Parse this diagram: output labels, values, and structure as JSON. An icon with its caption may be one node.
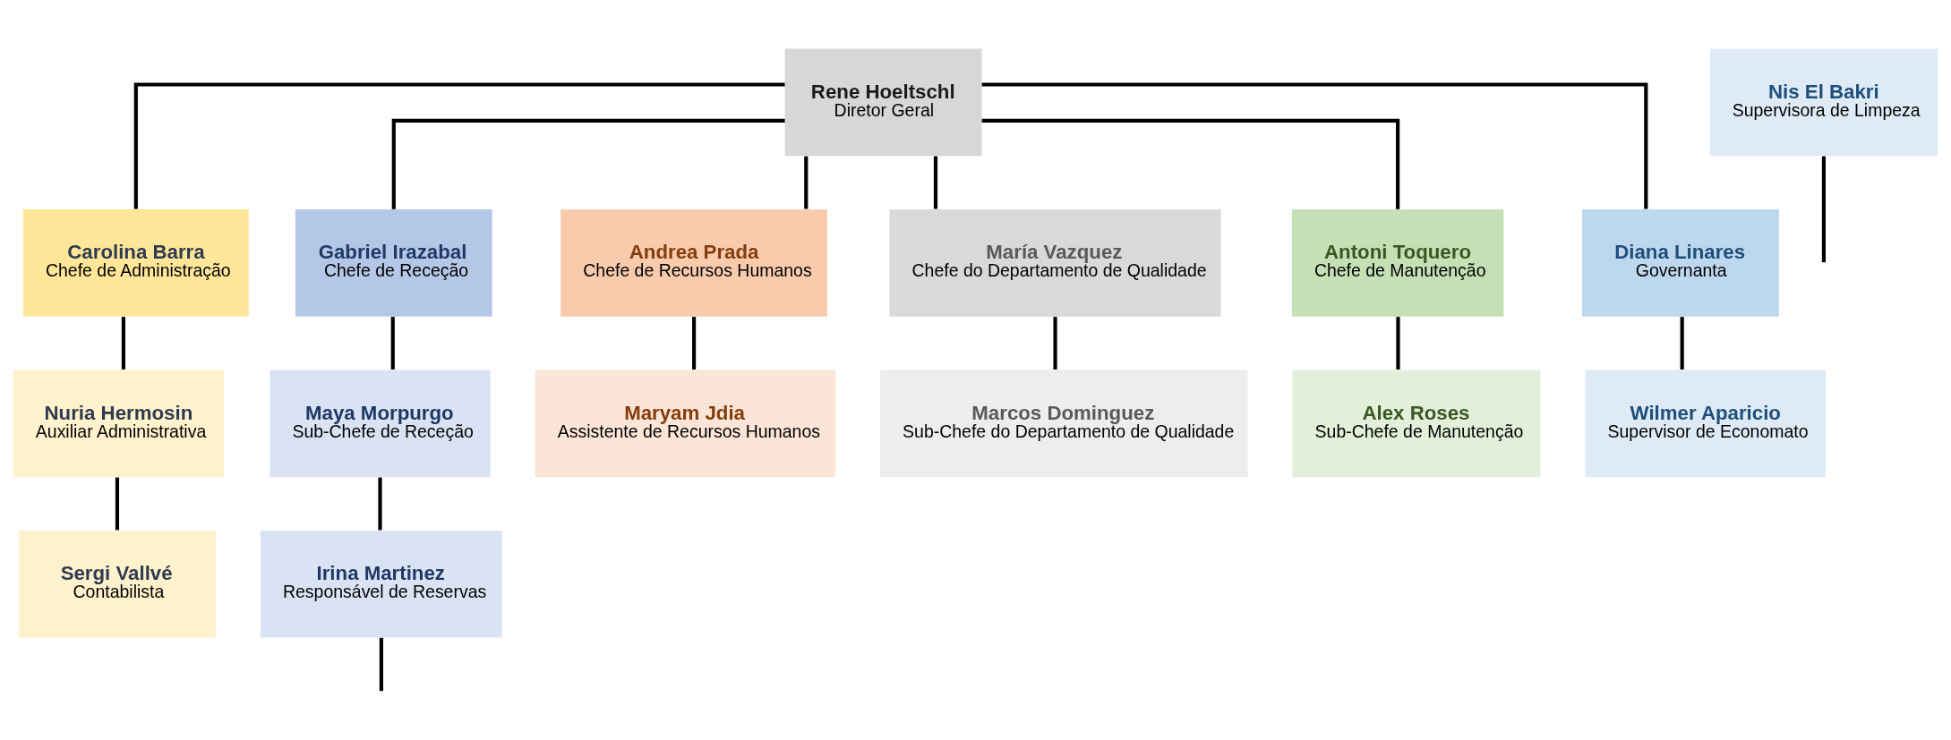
{
  "diagram": {
    "nodes": [
      {
        "text": [
          "Rene Hoeltschl",
          "Diretor Geral"
        ]
      },
      {
        "text": [
          "Carolina Barra",
          "Chefe de Administração"
        ]
      },
      {
        "text": [
          "Nuria Hermosin",
          "Auxiliar Administrativa"
        ]
      },
      {
        "text": [
          "Sergi Vallvé",
          "Contabilista"
        ]
      },
      {
        "text": [
          "Gabriel Irazabal",
          "Chefe de Receção"
        ]
      },
      {
        "text": [
          "Maya Morpurgo",
          "Sub-Chefe de Receção"
        ]
      },
      {
        "text": [
          "Irina Martinez",
          "Responsável de Reservas"
        ]
      },
      {
        "text": [
          "Andrea Prada",
          "Chefe de Recursos Humanos"
        ]
      },
      {
        "text": [
          "Maryam Jdia",
          "Assistente de Recursos Humanos"
        ]
      },
      {
        "text": [
          "María Vazquez",
          "Chefe do Departamento de Qualidade"
        ]
      },
      {
        "text": [
          "Marcos Dominguez",
          "Sub-Chefe do Departamento de Qualidade"
        ]
      },
      {
        "text": [
          "Antoni Toquero",
          "Chefe de Manutenção"
        ]
      },
      {
        "text": [
          "Alex Roses",
          "Sub-Chefe de Manutenção"
        ]
      },
      {
        "text": [
          "Diana Linares",
          "Governanta"
        ]
      },
      {
        "text": [
          "Wilmer Aparicio",
          "Supervisor de Economato"
        ]
      },
      {
        "text": [
          "Nis El Bakri",
          "Supervisora de Limpeza"
        ]
      }
    ],
    "edges": [
      {
        "from": 0,
        "to": 1,
        "arrow": "none"
      },
      {
        "from": 0,
        "to": 4,
        "arrow": "none"
      },
      {
        "from": 0,
        "to": 7,
        "arrow": "none"
      },
      {
        "from": 0,
        "to": 9,
        "arrow": "none"
      },
      {
        "from": 0,
        "to": 11,
        "arrow": "none"
      },
      {
        "from": 0,
        "to": 13,
        "arrow": "none"
      },
      {
        "from": 1,
        "to": 2,
        "arrow": "none"
      },
      {
        "from": 2,
        "to": 3,
        "arrow": "none"
      },
      {
        "from": 4,
        "to": 5,
        "arrow": "none"
      },
      {
        "from": 5,
        "to": 6,
        "arrow": "none"
      },
      {
        "from": 6,
        "to": null,
        "arrow": "none"
      },
      {
        "from": 7,
        "to": 8,
        "arrow": "none"
      },
      {
        "from": 9,
        "to": 10,
        "arrow": "none"
      },
      {
        "from": 11,
        "to": 12,
        "arrow": "none"
      },
      {
        "from": 13,
        "to": 14,
        "arrow": "none"
      },
      {
        "from": 15,
        "to": null,
        "arrow": "none"
      }
    ]
  }
}
